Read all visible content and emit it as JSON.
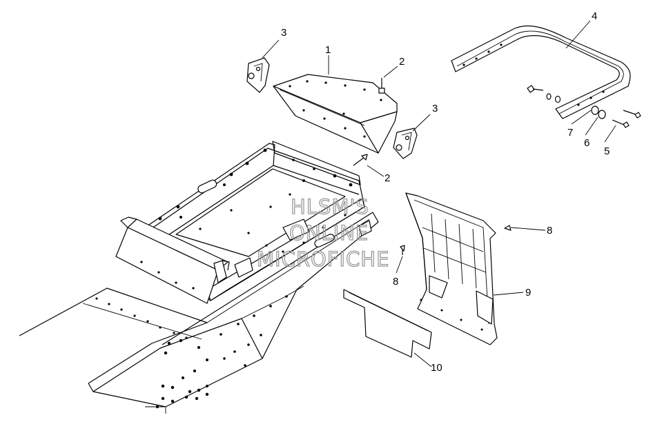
{
  "watermark": {
    "line1": "HLSM'S",
    "line2": "ONLINE",
    "line3": "MICROFICHE"
  },
  "callouts": [
    {
      "id": "c1",
      "text": "1"
    },
    {
      "id": "c2a",
      "text": "2"
    },
    {
      "id": "c2b",
      "text": "2"
    },
    {
      "id": "c3a",
      "text": "3"
    },
    {
      "id": "c3b",
      "text": "3"
    },
    {
      "id": "c4",
      "text": "4"
    },
    {
      "id": "c5",
      "text": "5"
    },
    {
      "id": "c6",
      "text": "6"
    },
    {
      "id": "c7",
      "text": "7"
    },
    {
      "id": "c8a",
      "text": "8"
    },
    {
      "id": "c8b",
      "text": "8"
    },
    {
      "id": "c9",
      "text": "9"
    },
    {
      "id": "c10",
      "text": "10"
    }
  ]
}
